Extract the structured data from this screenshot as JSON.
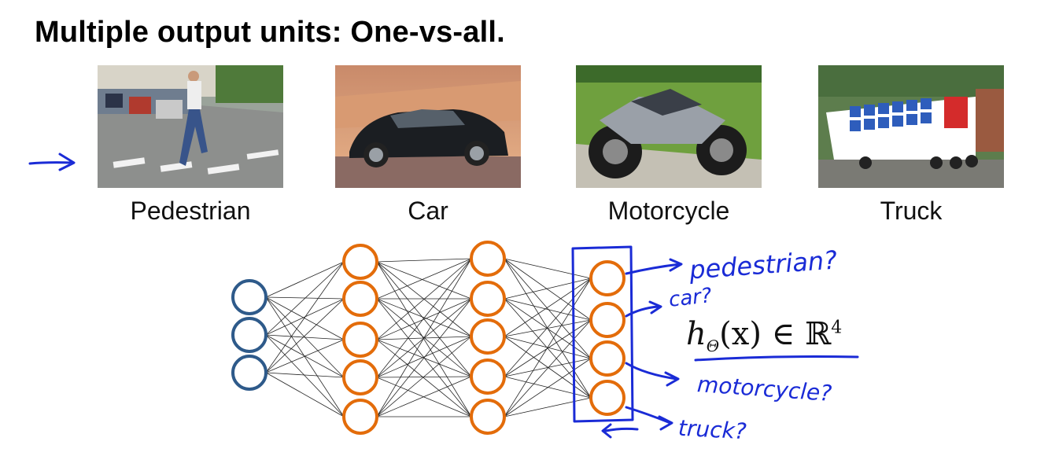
{
  "slide": {
    "title": "Multiple output units: One-vs-all."
  },
  "classes": [
    {
      "caption": "Pedestrian",
      "image": "pedestrian-photo"
    },
    {
      "caption": "Car",
      "image": "car-photo"
    },
    {
      "caption": "Motorcycle",
      "image": "motorcycle-photo"
    },
    {
      "caption": "Truck",
      "image": "truck-photo"
    }
  ],
  "network": {
    "layer_sizes": [
      3,
      5,
      5,
      4
    ],
    "input_color": "#2e5a8a",
    "hidden_color": "#e36c0a",
    "output_color": "#e36c0a"
  },
  "hypothesis": {
    "h": "h",
    "sub": "Θ",
    "arg": "(x) ∈ ℝ",
    "sup": "4"
  },
  "annotations": {
    "ink_color": "#1a2bd6",
    "pedestrian": "pedestrian?",
    "car": "car?",
    "motorcycle": "motorcycle?",
    "truck": "truck?"
  }
}
